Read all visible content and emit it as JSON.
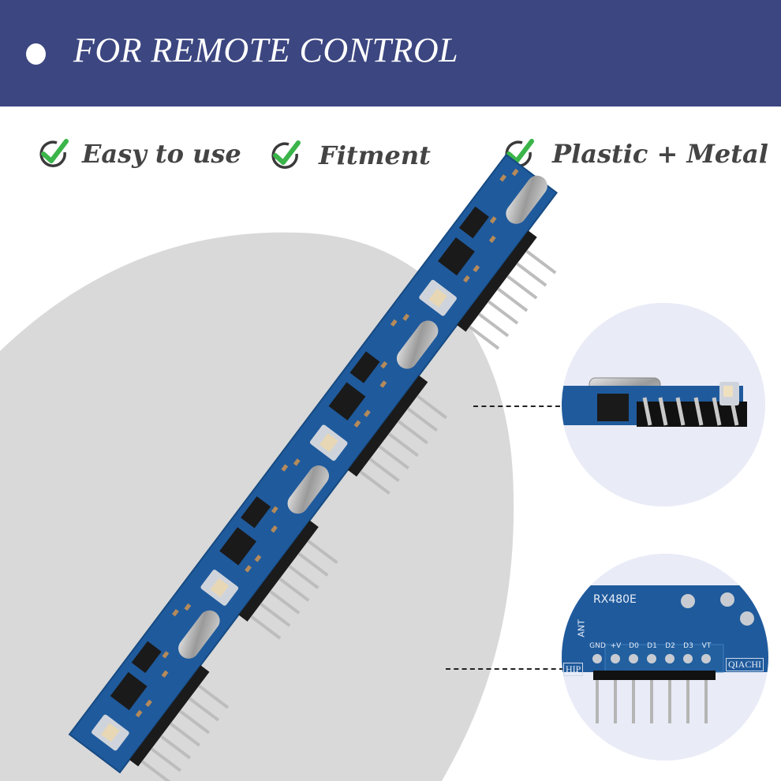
{
  "banner": {
    "title": "FOR REMOTE CONTROL",
    "background_color": "#3c4680"
  },
  "features": [
    {
      "icon": "check-circle-icon",
      "label": "Easy to use"
    },
    {
      "icon": "check-circle-icon",
      "label": "Fitment"
    },
    {
      "icon": "check-circle-icon",
      "label": "Plastic + Metal"
    }
  ],
  "colors": {
    "check_green": "#3bb54a",
    "check_ring": "#3a3a3a",
    "pcb_blue": "#1f5a9c",
    "backdrop_gray": "#d9d9d9"
  },
  "product": {
    "modules_count": 4
  },
  "insets": [
    {
      "name": "side-view",
      "description": "module side view with crystal and pin header"
    },
    {
      "name": "pinout-view",
      "board_label": "RX480E",
      "antenna_label": "ANT",
      "pins": [
        "GND",
        "+V",
        "D0",
        "D1",
        "D2",
        "D3",
        "VT"
      ],
      "brand_left": "HIP",
      "brand_right": "QIACHI"
    }
  ]
}
